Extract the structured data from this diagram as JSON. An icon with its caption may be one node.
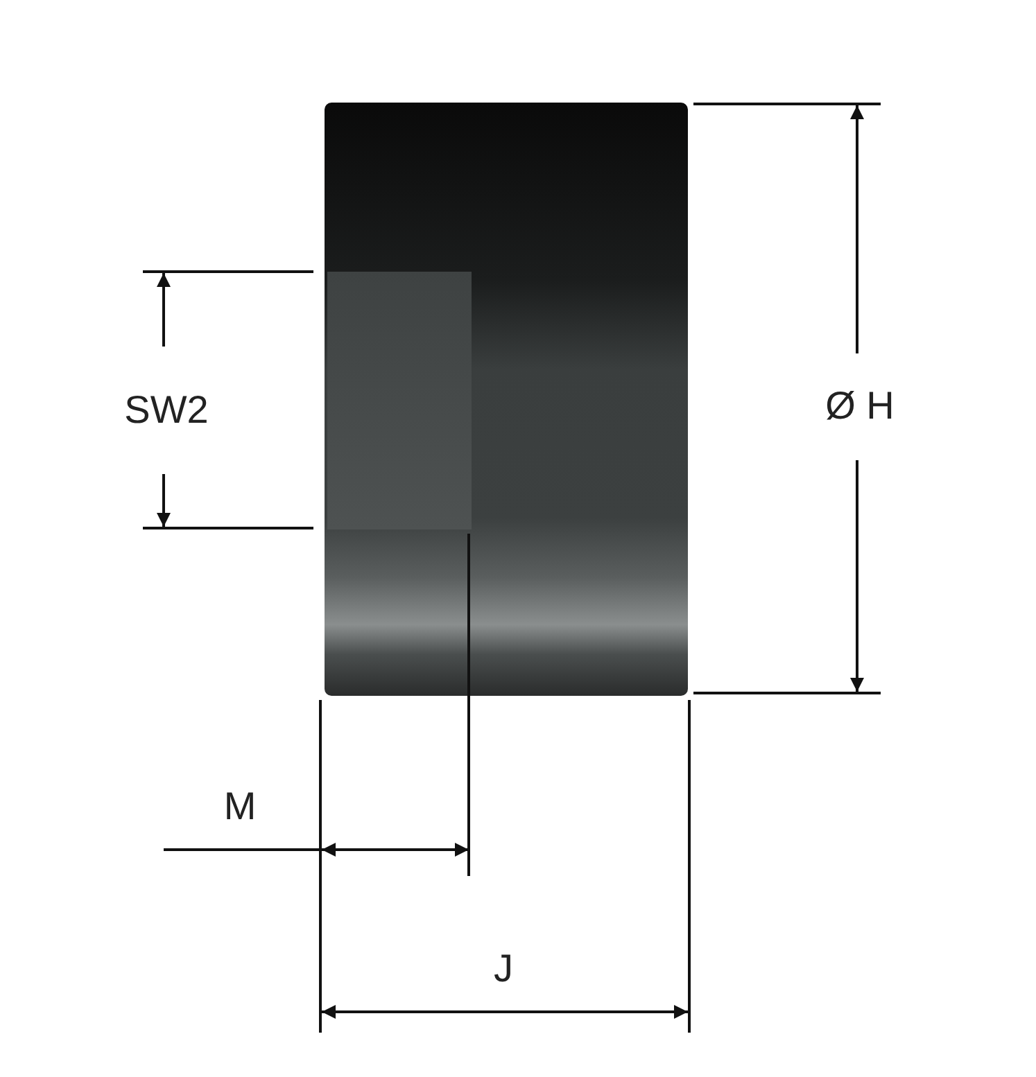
{
  "diagram": {
    "labels": [
      "SW2",
      "Ø H",
      "M",
      "J"
    ]
  }
}
